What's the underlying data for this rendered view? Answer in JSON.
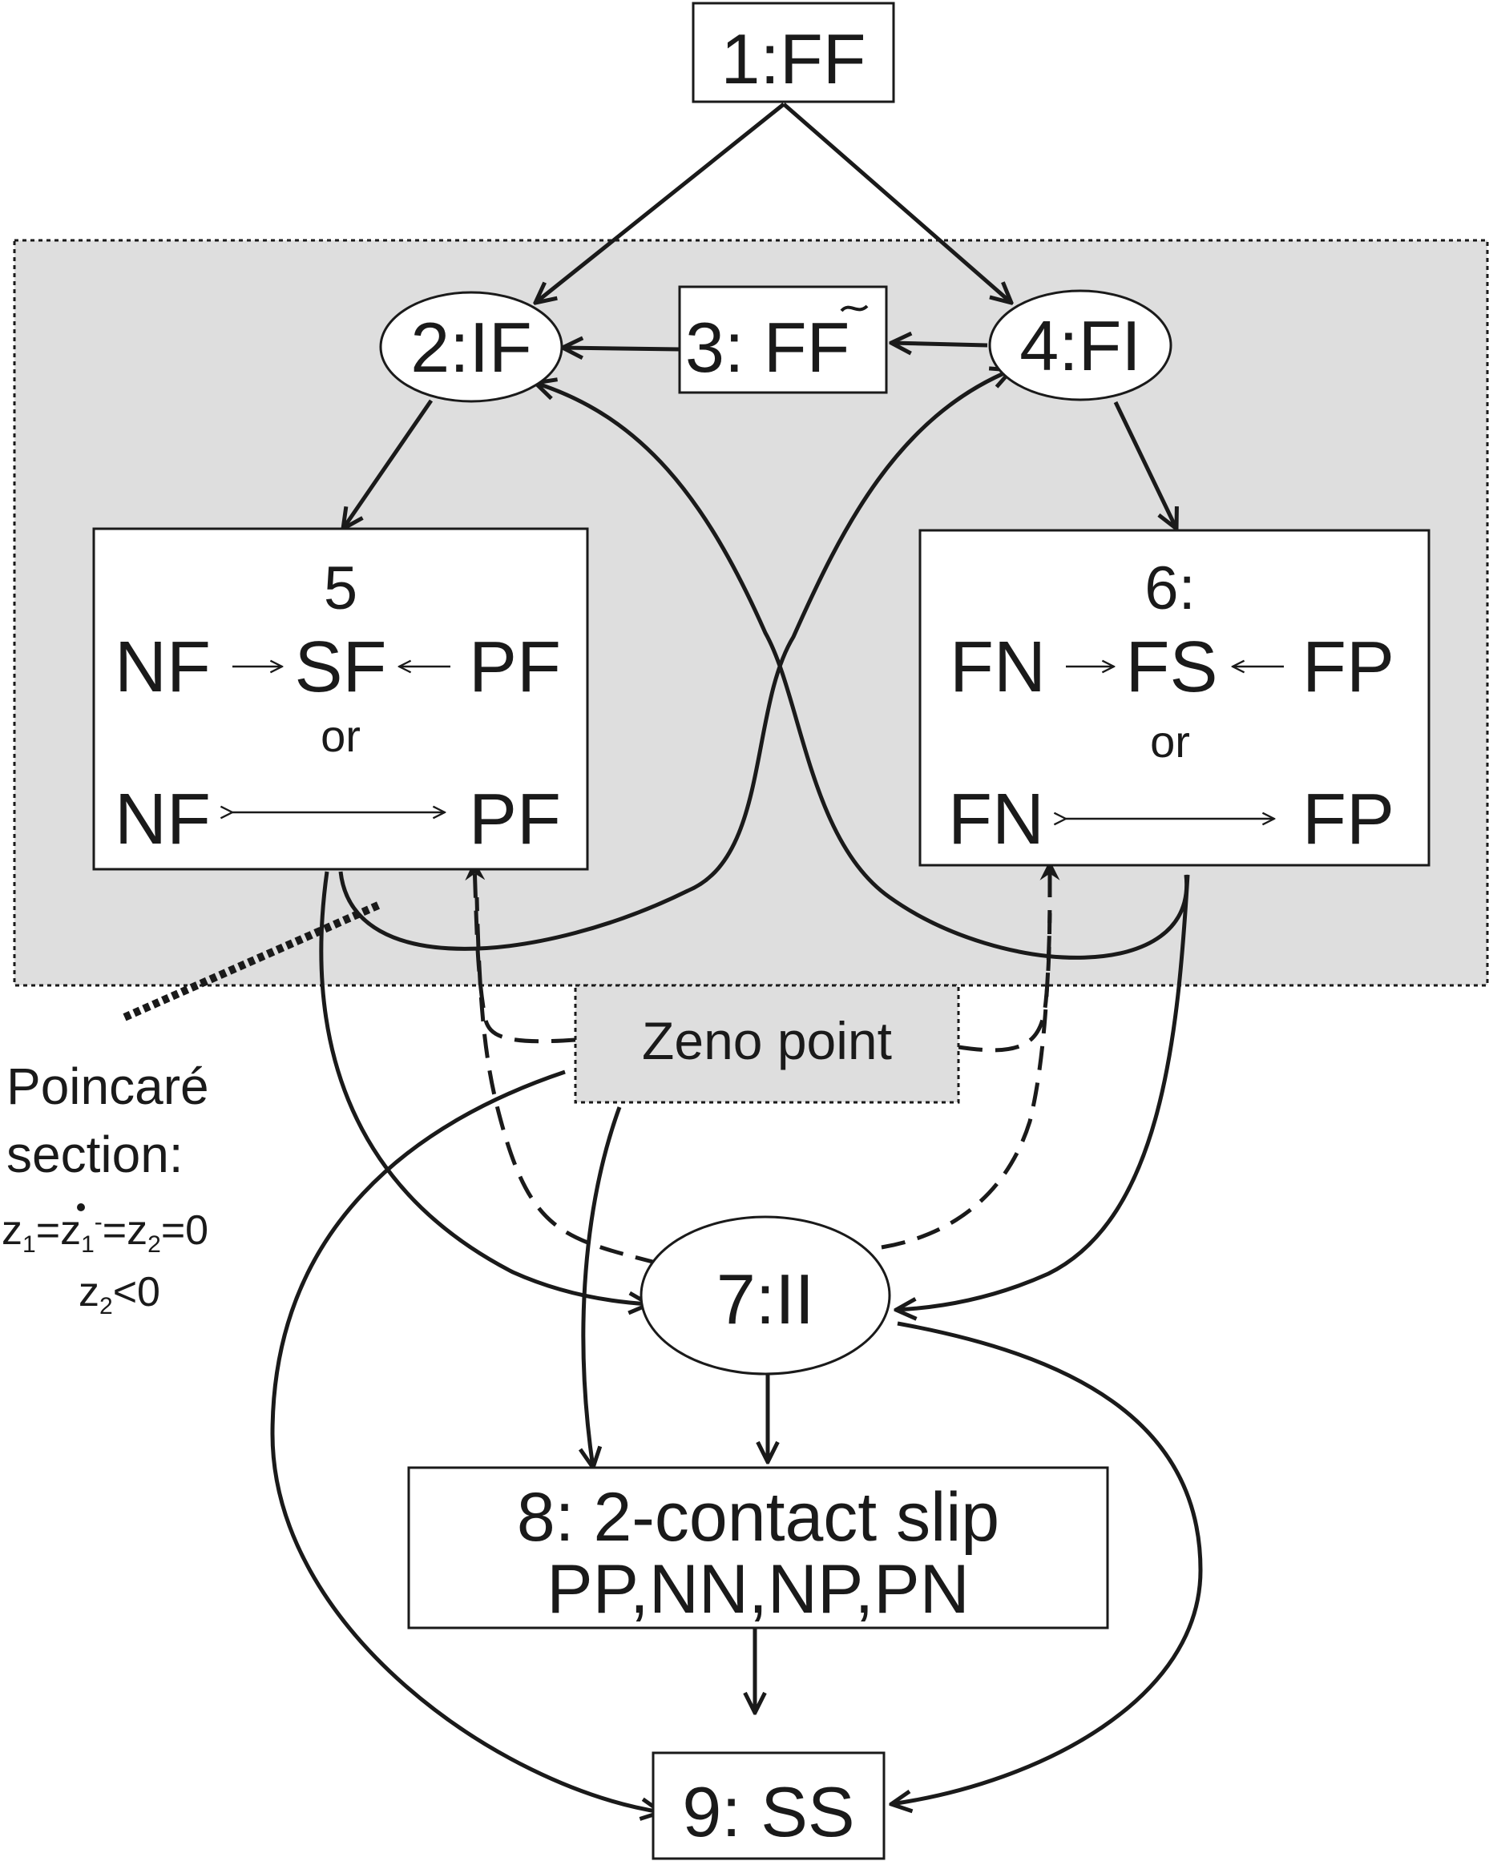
{
  "colors": {
    "ink": "#1a1a1a",
    "region_fill": "#dedede",
    "node_fill": "#ffffff"
  },
  "nodes": {
    "n1": {
      "label": "1:FF"
    },
    "n2": {
      "label": "2:IF"
    },
    "n3": {
      "label": "3: F",
      "label_tilde": "F"
    },
    "n4": {
      "label": "4:FI"
    },
    "n5": {
      "title": "5",
      "row1_left": "NF",
      "row1_mid": "SF",
      "row1_right": "PF",
      "or": "or",
      "row2_left": "NF",
      "row2_right": "PF"
    },
    "n6": {
      "title": "6:",
      "row1_left": "FN",
      "row1_mid": "FS",
      "row1_right": "FP",
      "or": "or",
      "row2_left": "FN",
      "row2_right": "FP"
    },
    "n7": {
      "label": "7:II"
    },
    "n8": {
      "line1": "8: 2-contact slip",
      "line2": "PP,NN,NP,PN"
    },
    "n9": {
      "label": "9: SS"
    }
  },
  "zeno": {
    "label": "Zeno point"
  },
  "poincare": {
    "line1": "Poincaré",
    "line2": "section:",
    "eq1": {
      "z": "z",
      "s1": "1",
      "eq": "=",
      "zdot": "z",
      "s2": "1",
      "sup": "-",
      "eq2": "=z",
      "s3": "2",
      "tail": "=0"
    },
    "eq2": {
      "z": "z",
      "s": "2",
      "tail": "<0"
    }
  }
}
